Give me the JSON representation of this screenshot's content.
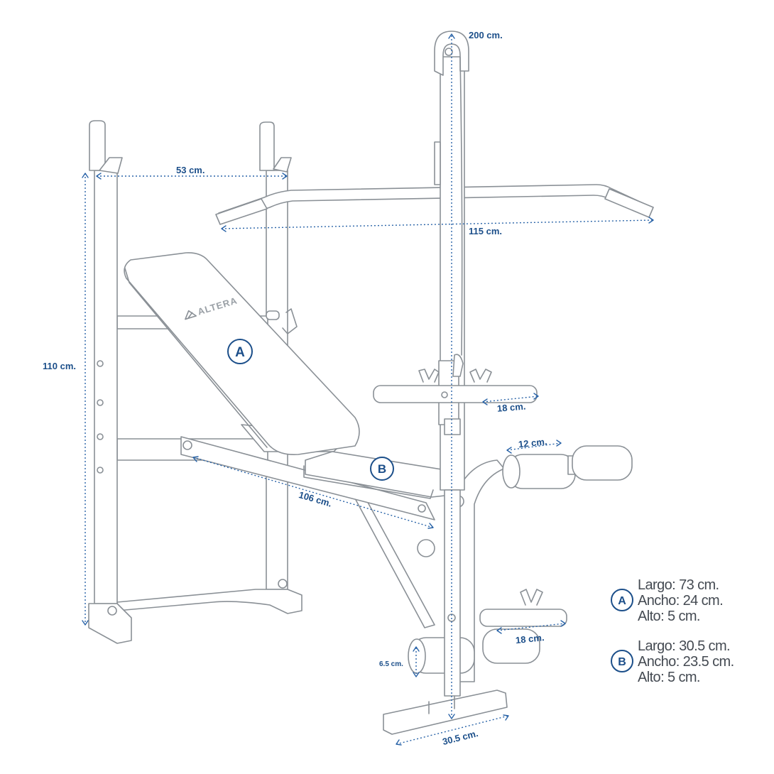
{
  "brand": "ALTERA",
  "dimensions": {
    "cable_height": "200 cm.",
    "rack_width": "53 cm.",
    "lat_bar_length": "115 cm.",
    "rack_height": "110 cm.",
    "bench_length": "106 cm.",
    "upper_sleeve": "18 cm.",
    "leg_roller": "12 cm.",
    "lower_sleeve": "18 cm.",
    "small_roller": "6.5 cm.",
    "base_foot": "30.5 cm."
  },
  "pad_labels": {
    "backrest": "A",
    "seat": "B"
  },
  "specs": [
    {
      "badge": "A",
      "largo": "Largo: 73 cm.",
      "ancho": "Ancho: 24 cm.",
      "alto": "Alto: 5 cm."
    },
    {
      "badge": "B",
      "largo": "Largo: 30.5 cm.",
      "ancho": "Ancho: 23.5 cm.",
      "alto": "Alto: 5 cm."
    }
  ],
  "colors": {
    "dimension": "#1c4f8a",
    "outline": "#8a9096",
    "text": "#444a52"
  }
}
